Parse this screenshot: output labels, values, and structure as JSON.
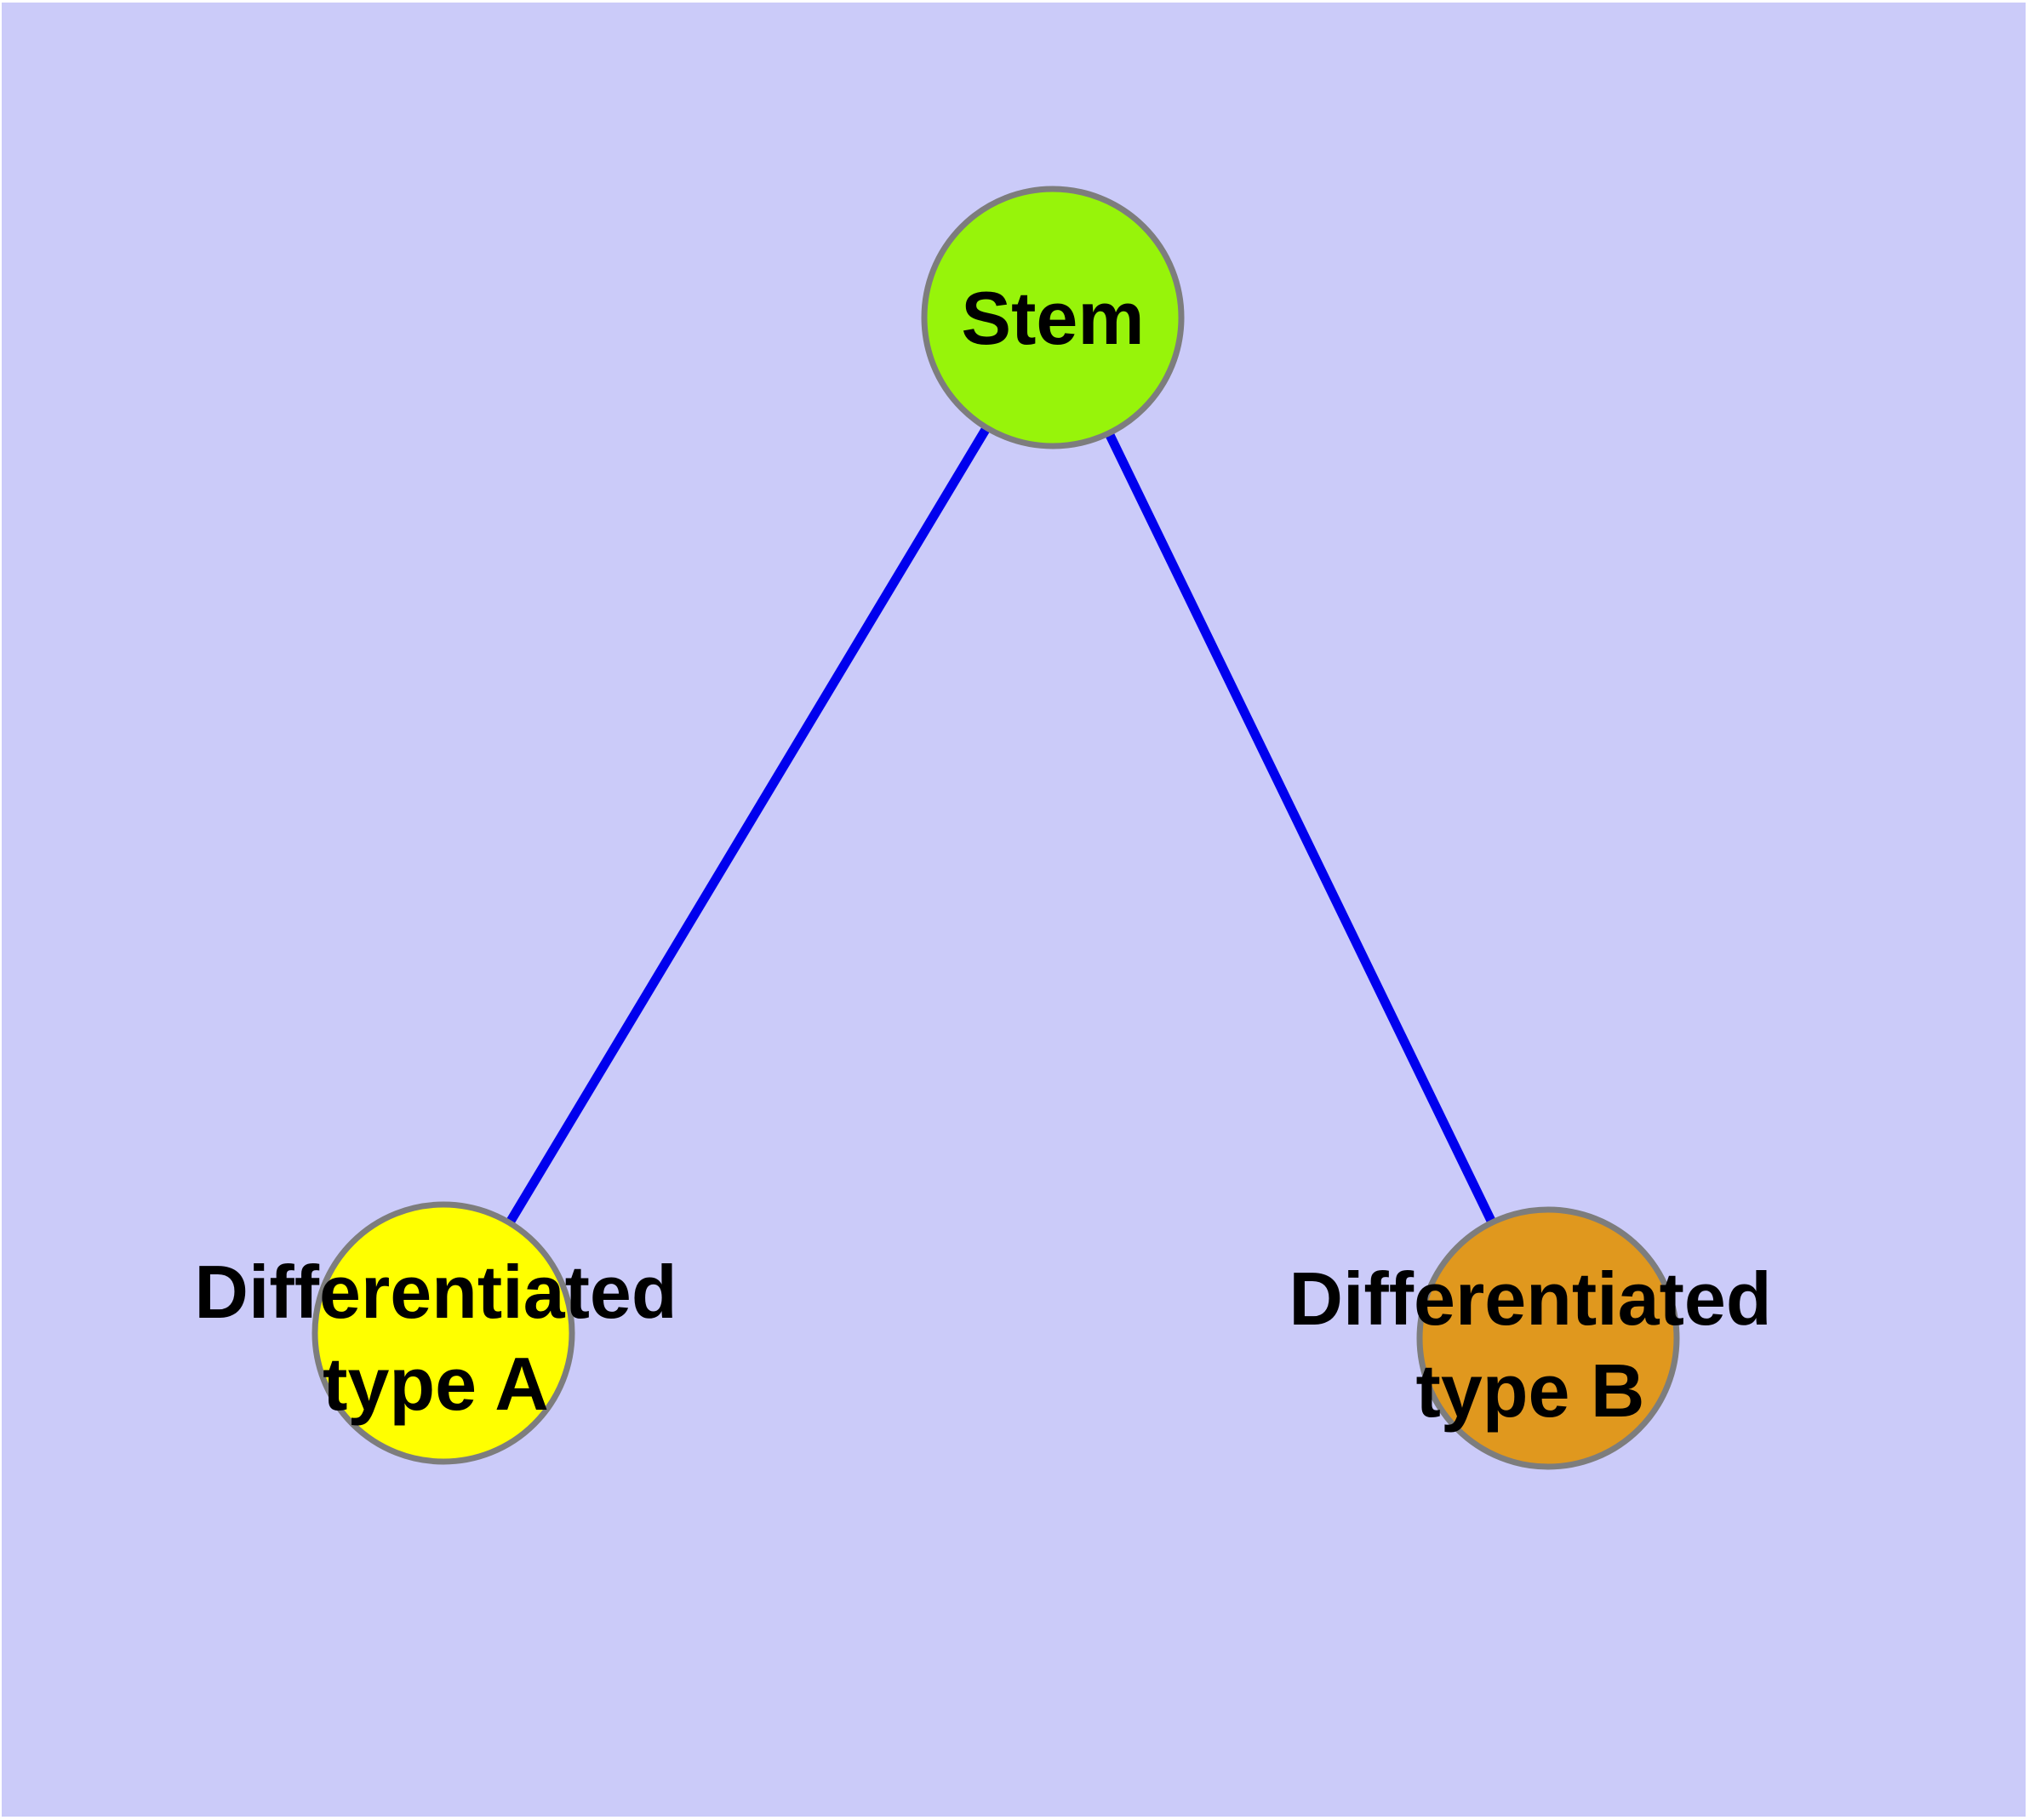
{
  "canvas": {
    "page_color": "#ffffff",
    "background_color": "#cbcbf9"
  },
  "diagram": {
    "type": "graph",
    "edge_color": "#0000ee",
    "node_border_color": "#7d7d7d",
    "label_color": "#000000",
    "nodes": {
      "stem": {
        "label": "Stem",
        "color": "#97f40a"
      },
      "type_a": {
        "label_line1": "Differentiated",
        "label_line2": "type A",
        "color": "#ffff00"
      },
      "type_b": {
        "label_line1": "Differentiated",
        "label_line2": "type B",
        "color": "#e0981e"
      }
    },
    "edges": [
      {
        "from": "stem",
        "to": "type_a"
      },
      {
        "from": "stem",
        "to": "type_b"
      }
    ]
  }
}
